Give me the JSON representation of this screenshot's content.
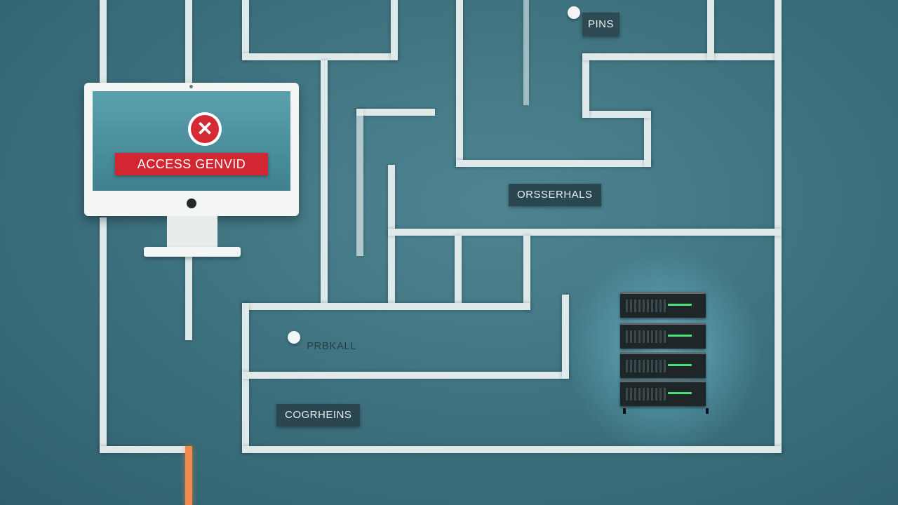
{
  "monitor": {
    "alert_text": "ACCESS GENVID",
    "alert_icon": "error-x-icon",
    "alert_color": "#d22632"
  },
  "labels": {
    "pins": "PINS",
    "ordsserhals": "ORSSERHALS",
    "firewall": "PRBKALL",
    "cogrheins": "COGRHEINS"
  },
  "server": {
    "icon": "server-rack-icon",
    "led_color": "#49e07a"
  },
  "beam_color": "#f08a4b"
}
